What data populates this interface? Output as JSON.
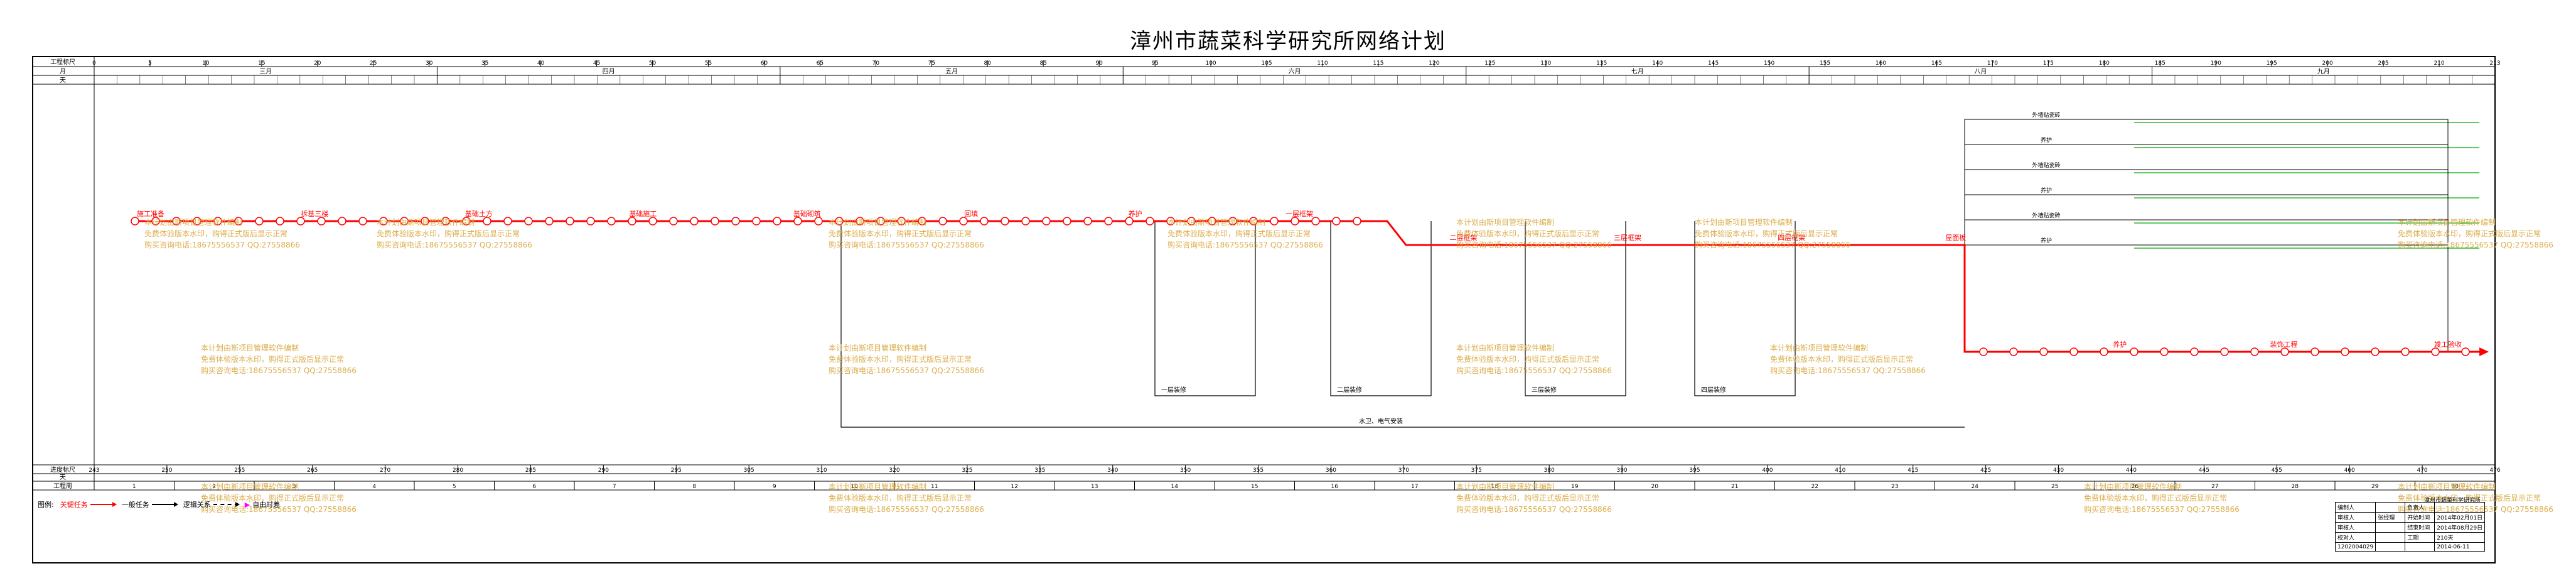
{
  "title": "漳州市蔬菜科学研究所网络计划",
  "header": {
    "row_labels": [
      "工程标尺",
      "月",
      "天"
    ],
    "footer_row_labels": [
      "进度标尺",
      "天",
      "工程周"
    ],
    "top_scale": [
      "0",
      "5",
      "10",
      "15",
      "20",
      "25",
      "30",
      "35",
      "40",
      "45",
      "50",
      "55",
      "60",
      "65",
      "70",
      "75",
      "80",
      "85",
      "90",
      "95",
      "100",
      "105",
      "110",
      "115",
      "120",
      "125",
      "130",
      "135",
      "140",
      "145",
      "150",
      "155",
      "160",
      "165",
      "170",
      "175",
      "180",
      "185",
      "190",
      "195",
      "200",
      "205",
      "210",
      "213"
    ],
    "months": [
      "三月",
      "四月",
      "五月",
      "六月",
      "七月",
      "八月",
      "九月"
    ],
    "bottom_scale": [
      "243",
      "250",
      "255",
      "265",
      "270",
      "280",
      "285",
      "290",
      "295",
      "305",
      "310",
      "320",
      "325",
      "335",
      "340",
      "350",
      "355",
      "360",
      "370",
      "375",
      "380",
      "390",
      "395",
      "400",
      "410",
      "415",
      "425",
      "430",
      "440",
      "445",
      "455",
      "460",
      "470",
      "476"
    ],
    "weeks": [
      "1",
      "2",
      "3",
      "4",
      "5",
      "6",
      "7",
      "8",
      "9",
      "10",
      "11",
      "12",
      "13",
      "14",
      "15",
      "16",
      "17",
      "18",
      "19",
      "20",
      "21",
      "22",
      "23",
      "24",
      "25",
      "26",
      "27",
      "28",
      "29",
      "30"
    ]
  },
  "critical_tasks": [
    "施工准备",
    "拆基三楼",
    "基础土方",
    "基础施工",
    "基础砌筑",
    "回填",
    "养护",
    "一层框架",
    "二层框架",
    "三层框架",
    "四层框架",
    "屋面板",
    "养护",
    "装饰工程",
    "竣工验收"
  ],
  "parallel_tasks": [
    "一层装修",
    "二层装修",
    "三层装修",
    "四层装修",
    "水卫、电气安装",
    "外墙贴瓷砖",
    "养护"
  ],
  "watermark": "本计划由斯项目管理软件编制\n免费体验版本水印，购得正式版后显示正常\n购买咨询电话:18675556537 QQ:27558866",
  "legend": {
    "label": "图例:",
    "items": [
      {
        "label": "关键任务",
        "color": "#ff0000"
      },
      {
        "label": "一般任务",
        "color": "#000000"
      },
      {
        "label": "逻辑关系",
        "color": "#000000"
      },
      {
        "label": "自由时差",
        "color": "#ff00ff"
      }
    ]
  },
  "info_box": {
    "caption": "漳州市蔬菜科学研究所",
    "rows": [
      [
        "编制人",
        "",
        "负责人",
        ""
      ],
      [
        "审核人",
        "张经理",
        "开始时间",
        "2014年02月01日"
      ],
      [
        "审核人",
        "",
        "结束时间",
        "2014年08月29日"
      ],
      [
        "校对人",
        "",
        "工期",
        "210天"
      ],
      [
        "1202004029",
        "",
        "",
        "2014-06-11"
      ]
    ]
  },
  "colors": {
    "critical": "#ff0000",
    "normal": "#000000",
    "float": "#00aa00",
    "watermark": "#d9a63a"
  }
}
